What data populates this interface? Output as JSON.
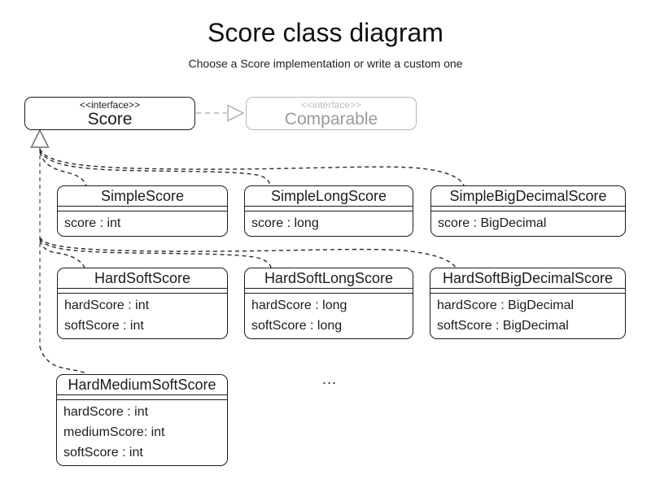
{
  "diagram": {
    "title": "Score class diagram",
    "subtitle": "Choose a Score implementation or write a custom one",
    "ellipsis": "..."
  },
  "interfaces": {
    "score": {
      "stereotype": "<<interface>>",
      "name": "Score"
    },
    "comparable": {
      "stereotype": "<<interface>>",
      "name": "Comparable"
    }
  },
  "classes": [
    {
      "name": "SimpleScore",
      "attributes": [
        "score : int"
      ]
    },
    {
      "name": "SimpleLongScore",
      "attributes": [
        "score : long"
      ]
    },
    {
      "name": "SimpleBigDecimalScore",
      "attributes": [
        "score : BigDecimal"
      ]
    },
    {
      "name": "HardSoftScore",
      "attributes": [
        "hardScore : int",
        "softScore : int"
      ]
    },
    {
      "name": "HardSoftLongScore",
      "attributes": [
        "hardScore : long",
        "softScore : long"
      ]
    },
    {
      "name": "HardSoftBigDecimalScore",
      "attributes": [
        "hardScore : BigDecimal",
        "softScore : BigDecimal"
      ]
    },
    {
      "name": "HardMediumSoftScore",
      "attributes": [
        "hardScore : int",
        "mediumScore: int",
        "softScore : int"
      ]
    }
  ],
  "relations": {
    "score_implements_comparable": "Score ..|> Comparable",
    "classes_implement_score": "Simple*, HardSoft*, HardMediumSoft* ..|> Score"
  },
  "colors": {
    "background": "#ffffff",
    "box_border": "#1c1c1c",
    "muted_interface_gray": "#9a9a9a",
    "muted_link_gray": "#b4b4b4",
    "connector_dark": "#2b2b2b",
    "connector_tree_gray": "#6f6f6f"
  }
}
